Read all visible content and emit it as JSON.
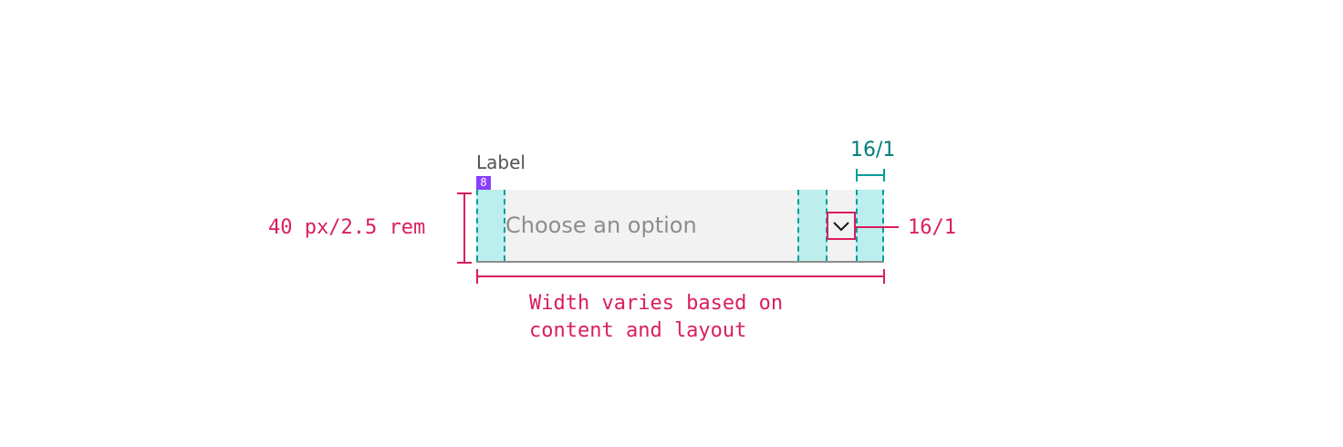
{
  "field": {
    "label": "Label",
    "placeholder": "Choose an option"
  },
  "annotations": {
    "spacing_badge": "8",
    "height": "40 px/2.5 rem",
    "icon_size": "16/1",
    "padding_size": "16/1",
    "width_note": "Width varies based on\ncontent and layout"
  },
  "icons": {
    "dropdown": "chevron-down-icon"
  },
  "colors": {
    "annotation_pink": "#da1e5d",
    "padding_teal": "#009d9a",
    "padding_fill": "#bdeeee",
    "spacing_purple": "#8a3ffc",
    "field_background": "#f2f2f2",
    "field_border": "#8d8d8d"
  }
}
